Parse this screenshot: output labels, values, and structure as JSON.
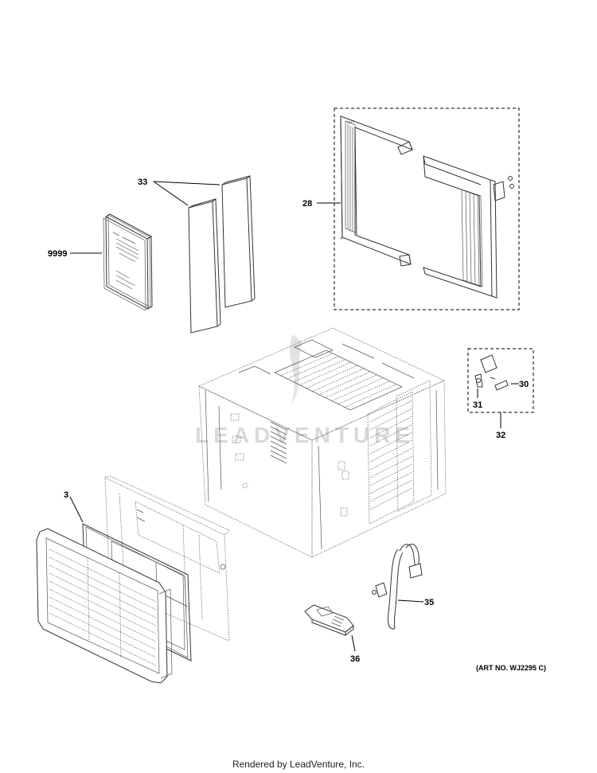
{
  "callouts": {
    "c33": "33",
    "c9999": "9999",
    "c28": "28",
    "c30": "30",
    "c31": "31",
    "c32": "32",
    "c3": "3",
    "c35": "35",
    "c36": "36"
  },
  "art_number": "(ART NO. WJ2295 C)",
  "footer": "Rendered by LeadVenture, Inc.",
  "watermark": "LEADVENTURE",
  "colors": {
    "line": "#333333",
    "background": "#ffffff",
    "watermark": "#d9d9d9"
  }
}
